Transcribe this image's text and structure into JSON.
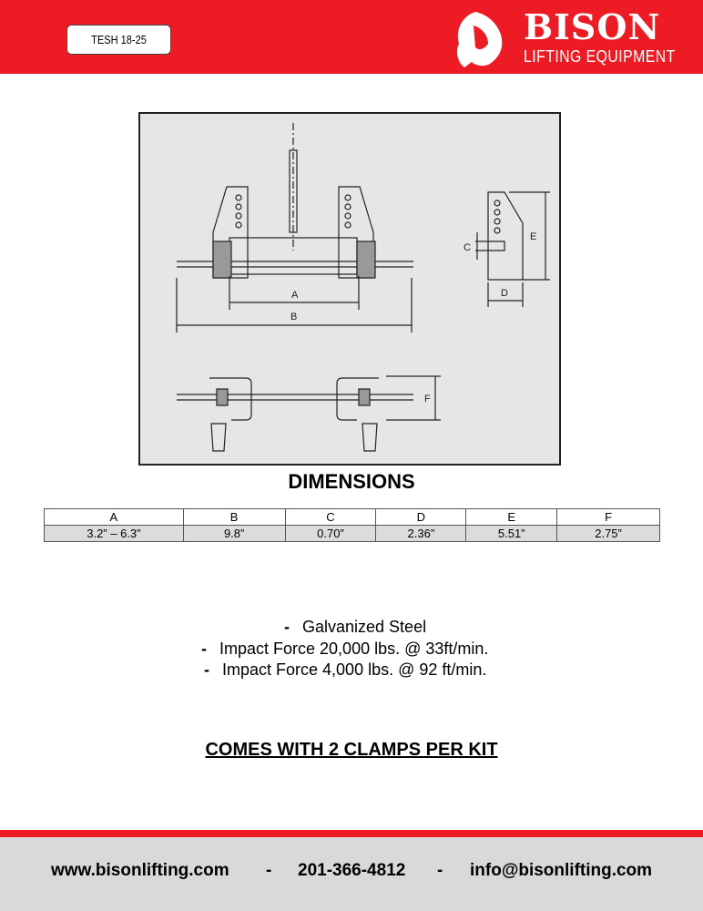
{
  "header": {
    "model": "TESH 18-25",
    "brand": "BISON",
    "tagline": "LIFTING EQUIPMENT"
  },
  "drawing": {
    "labels": {
      "a": "A",
      "b": "B",
      "c": "C",
      "d": "D",
      "e": "E",
      "f": "F"
    }
  },
  "dimensions": {
    "title": "DIMENSIONS",
    "headers": [
      "A",
      "B",
      "C",
      "D",
      "E",
      "F"
    ],
    "values": [
      "3.2” – 6.3”",
      "9.8”",
      "0.70”",
      "2.36”",
      "5.51”",
      "2.75”"
    ]
  },
  "features": [
    {
      "bullet": "-",
      "text": "Galvanized Steel"
    },
    {
      "bullet": "-",
      "text": "Impact Force 20,000 lbs. @ 33ft/min."
    },
    {
      "bullet": "-",
      "text": "Impact Force 4,000 lbs. @ 92 ft/min."
    }
  ],
  "kit_note": "COMES WITH 2 CLAMPS PER KIT",
  "footer": {
    "website": "www.bisonlifting.com",
    "sep": "-",
    "phone": "201-366-4812",
    "email": "info@bisonlifting.com"
  }
}
